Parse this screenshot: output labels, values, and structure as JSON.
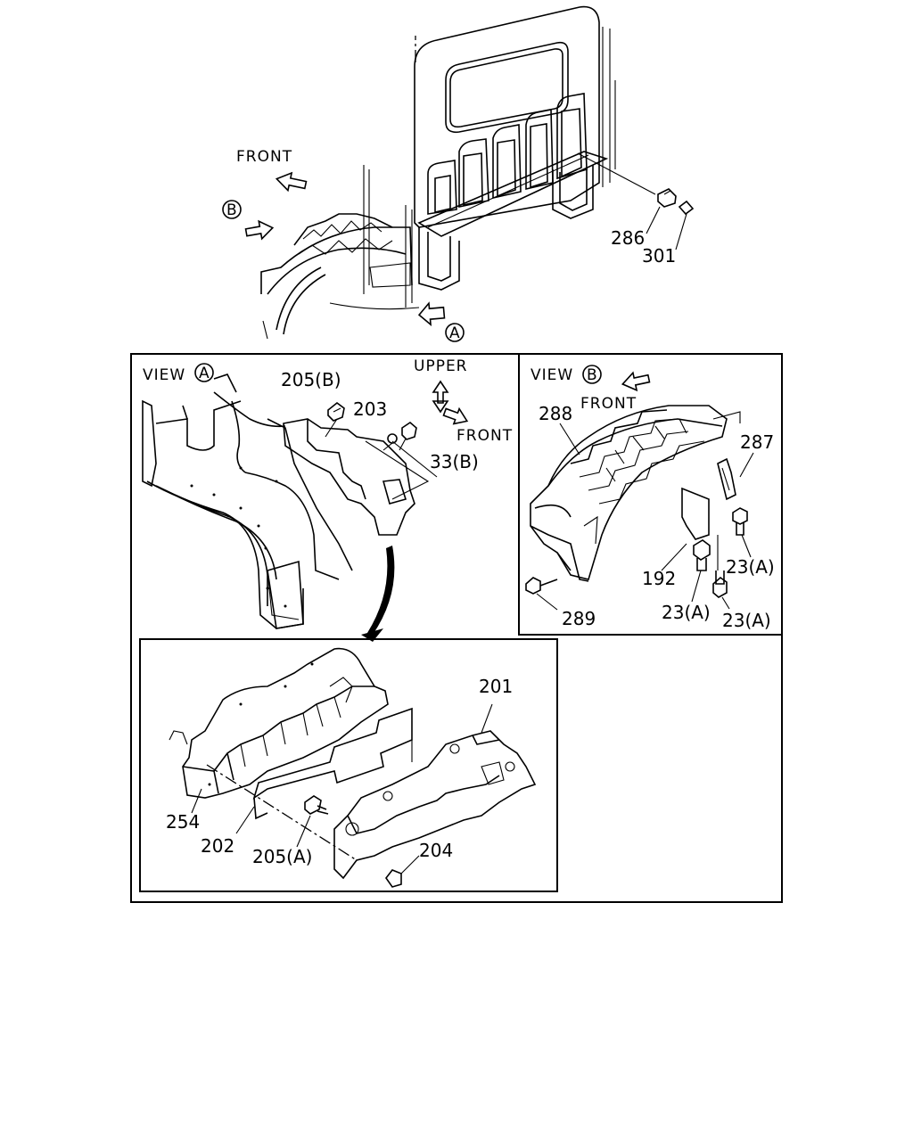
{
  "overview": {
    "front": "FRONT",
    "marker_b": "B",
    "marker_a": "A",
    "callouts": {
      "p286": "286",
      "p301": "301"
    }
  },
  "view_a": {
    "view_word": "VIEW",
    "view_letter": "A",
    "upper": "UPPER",
    "front": "FRONT",
    "callouts": {
      "p205b": "205(B)",
      "p203": "203",
      "p33b": "33(B)"
    }
  },
  "view_b": {
    "view_word": "VIEW",
    "view_letter": "B",
    "front": "FRONT",
    "callouts": {
      "p288": "288",
      "p287": "287",
      "p192": "192",
      "p23a_1": "23(A)",
      "p23a_2": "23(A)",
      "p23a_3": "23(A)",
      "p289": "289"
    }
  },
  "detail": {
    "callouts": {
      "p201": "201",
      "p254": "254",
      "p202": "202",
      "p205a": "205(A)",
      "p204": "204"
    }
  }
}
